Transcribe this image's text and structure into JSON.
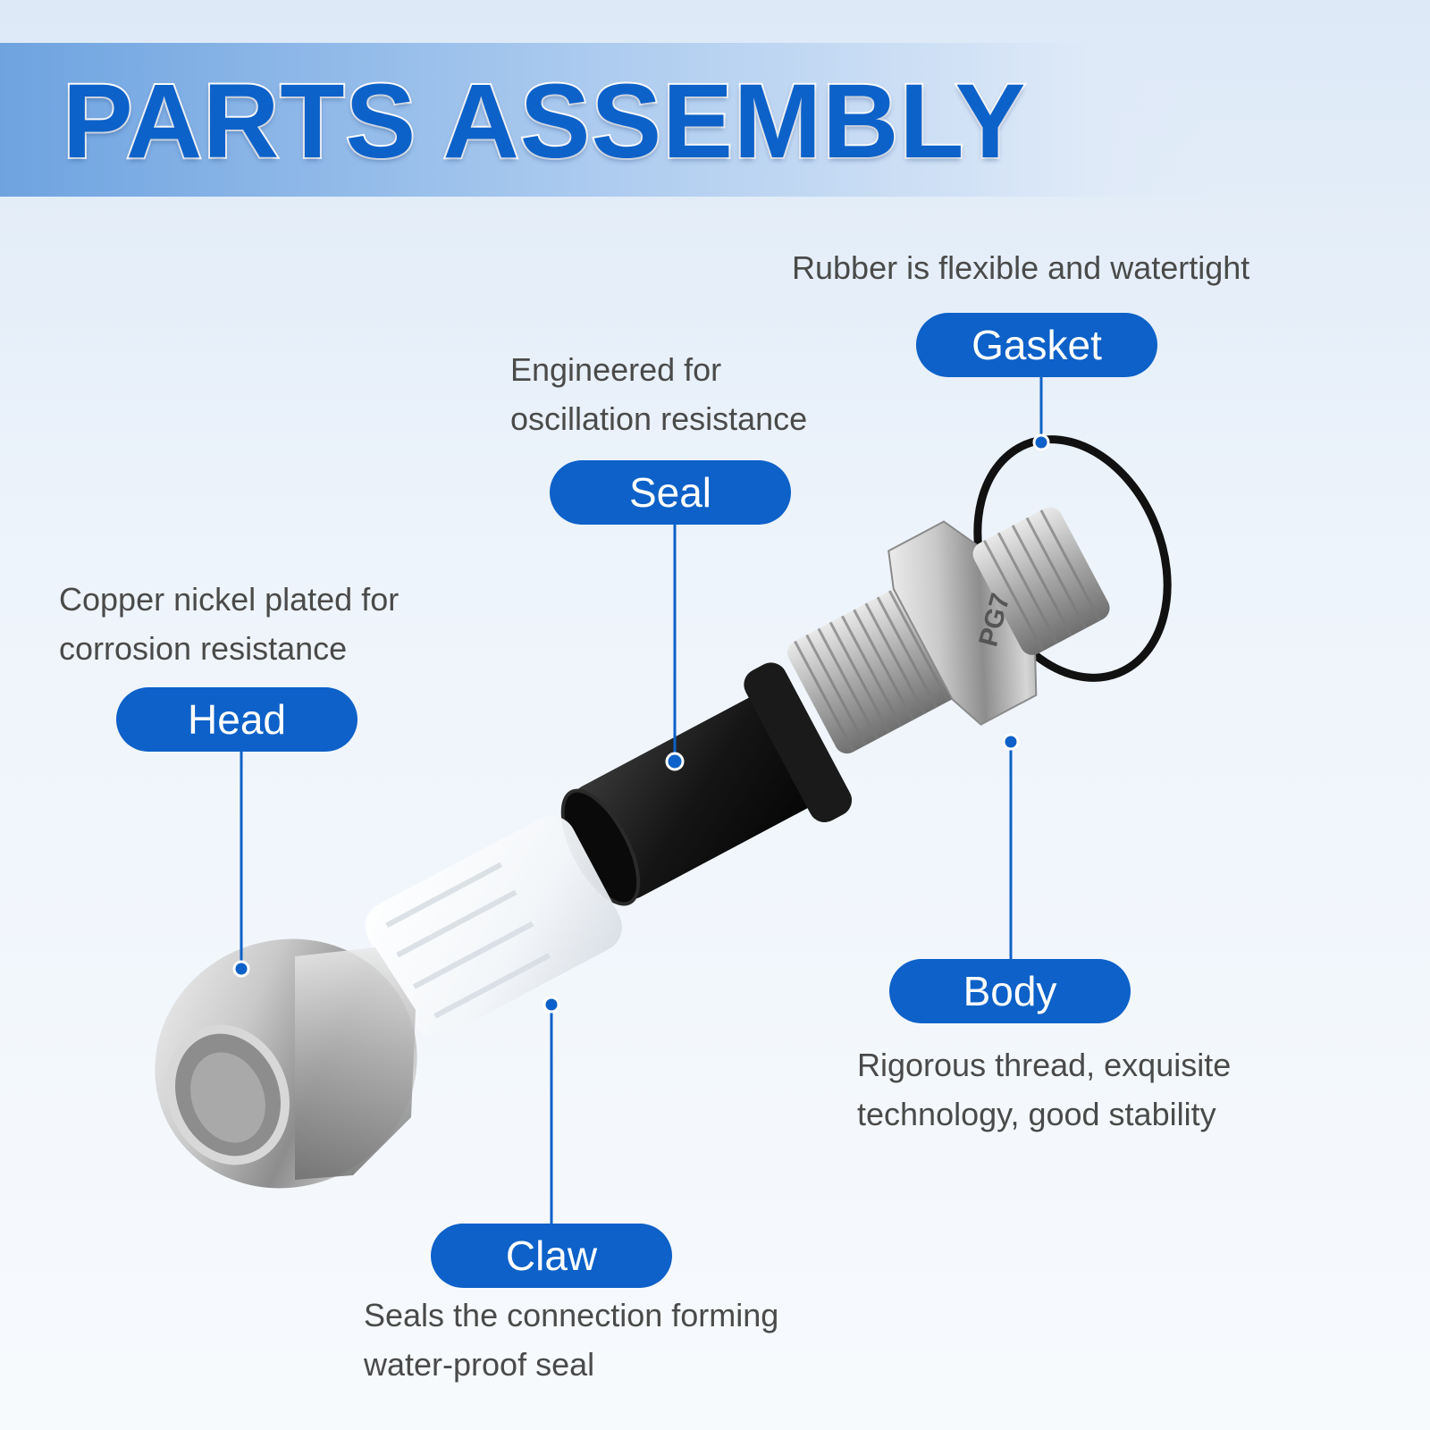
{
  "title": "PARTS ASSEMBLY",
  "parts": {
    "gasket": {
      "label": "Gasket",
      "desc": [
        "Rubber is flexible and watertight"
      ]
    },
    "seal": {
      "label": "Seal",
      "desc": [
        "Engineered for",
        "oscillation resistance"
      ]
    },
    "head": {
      "label": "Head",
      "desc": [
        "Copper nickel plated for",
        "corrosion resistance"
      ]
    },
    "body": {
      "label": "Body",
      "desc": [
        "Rigorous thread, exquisite",
        "technology, good stability"
      ]
    },
    "claw": {
      "label": "Claw",
      "desc": [
        "Seals the connection forming",
        "water-proof seal"
      ]
    }
  },
  "body_marking": "PG7",
  "colors": {
    "accent": "#0d61c8",
    "title": "#0d62c9",
    "text": "#4a4a4a"
  }
}
